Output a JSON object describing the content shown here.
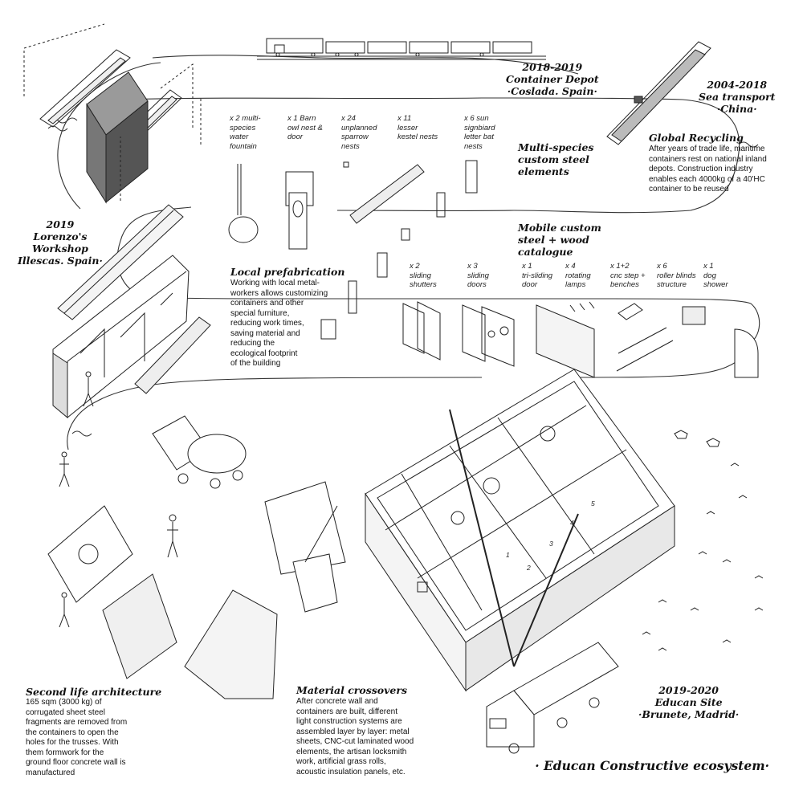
{
  "stations": {
    "container_depot": {
      "year": "2018-2019",
      "name": "Container Depot",
      "place": "·Coslada. Spain·"
    },
    "sea_transport": {
      "year": "2004-2018",
      "name": "Sea transport",
      "place": "·China·"
    },
    "workshop": {
      "year": "2019",
      "name": "Lorenzo's",
      "name2": "Workshop",
      "place": "Illescas. Spain·"
    },
    "site": {
      "year": "2019-2020",
      "name": "Educan Site",
      "place": "·Brunete, Madrid·"
    }
  },
  "global_recycling": {
    "title": "Global Recycling",
    "lines": [
      "After years of trade life, maritime",
      "containers rest on national inland",
      "depots. Construction industry",
      "enables each 4000kg of a 40'HC",
      "container to be reused"
    ]
  },
  "multispecies": {
    "title_lines": [
      "Multi-species",
      "custom steel",
      "elements"
    ],
    "items": [
      {
        "lines": [
          "x 2 multi-",
          "species",
          "water",
          "fountain"
        ]
      },
      {
        "lines": [
          "x 1 Barn",
          "owl nest &",
          "door"
        ]
      },
      {
        "lines": [
          "x 24",
          "unplanned",
          "sparrow",
          "nests"
        ]
      },
      {
        "lines": [
          "x 11",
          "lesser",
          "kestel nests"
        ]
      },
      {
        "lines": [
          "x 6  sun",
          "signbiard",
          "letter bat",
          "nests"
        ]
      }
    ]
  },
  "catalogue": {
    "title_lines": [
      "Mobile custom",
      "steel + wood",
      "catalogue"
    ],
    "items": [
      {
        "lines": [
          "x 2",
          "sliding",
          "shutters"
        ]
      },
      {
        "lines": [
          "x 3",
          "sliding",
          "doors"
        ]
      },
      {
        "lines": [
          "x 1",
          "tri-sliding",
          "door"
        ]
      },
      {
        "lines": [
          "x 4",
          "rotating",
          "lamps"
        ]
      },
      {
        "lines": [
          "x 1+2",
          "cnc step +",
          "benches"
        ]
      },
      {
        "lines": [
          "x 6",
          "roller blinds",
          "structure"
        ]
      },
      {
        "lines": [
          "x 1",
          "dog",
          "shower"
        ]
      }
    ]
  },
  "local_prefab": {
    "title": "Local prefabrication",
    "lines": [
      "Working with local metal-",
      "workers allows customizing",
      "containers and other",
      "special furniture,",
      "reducing work times,",
      "saving material and",
      "reducing the",
      "ecological footprint",
      "of the building"
    ]
  },
  "second_life": {
    "title": "Second life architecture",
    "lines": [
      "165 sqm (3000 kg) of",
      "corrugated sheet steel",
      "fragments are removed from",
      "the containers to open the",
      "holes for the trusses. With",
      "them formwork for the",
      "ground floor concrete wall is",
      "manufactured"
    ]
  },
  "material_crossovers": {
    "title": "Material crossovers",
    "lines": [
      "After concrete wall and",
      "containers are built, different",
      "light construction systems are",
      "assembled layer by layer: metal",
      "sheets, CNC-cut laminated wood",
      "elements, the artisan locksmith",
      "work, artificial grass rolls,",
      "acoustic insulation panels, etc."
    ]
  },
  "room_numbers": [
    "1",
    "2",
    "3",
    "4",
    "5"
  ],
  "footer": "· Educan Constructive ecosystem·"
}
